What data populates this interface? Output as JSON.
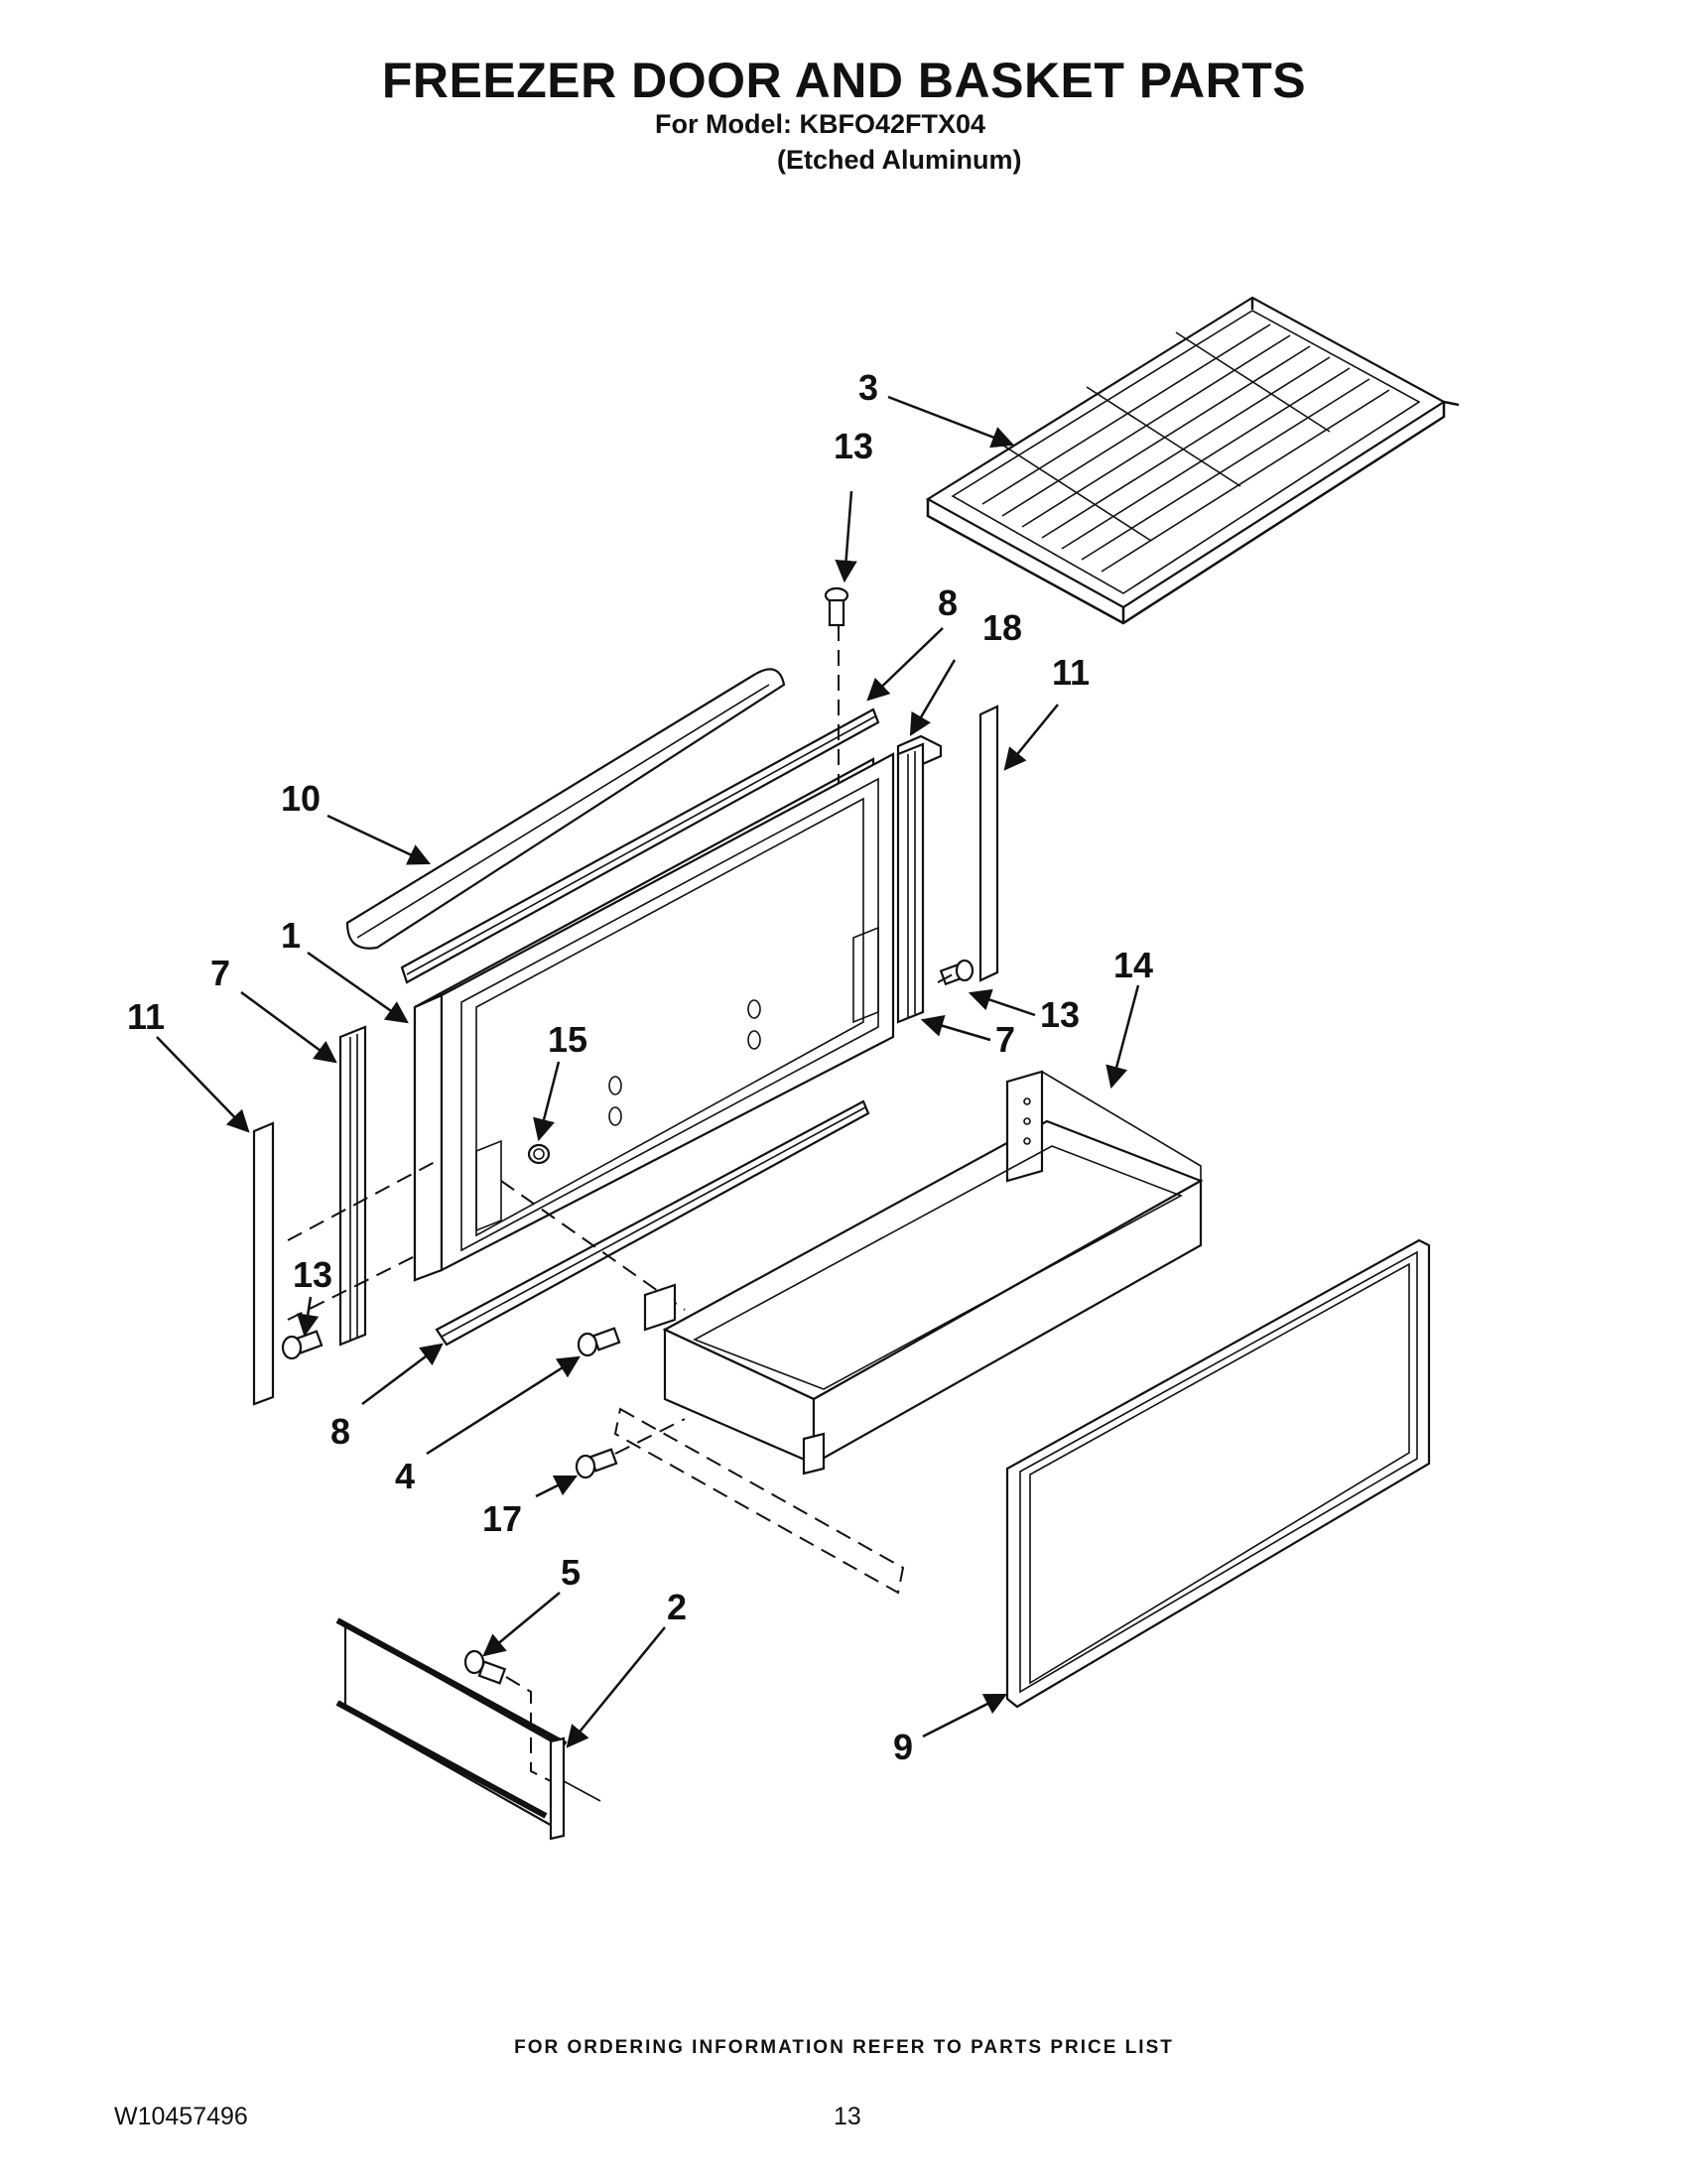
{
  "page": {
    "title": "FREEZER DOOR AND BASKET PARTS",
    "model_line": "For Model: KBFO42FTX04",
    "finish_line": "(Etched Aluminum)",
    "footer_note": "FOR ORDERING INFORMATION REFER TO PARTS PRICE LIST",
    "doc_number": "W10457496",
    "page_number": "13"
  },
  "callouts": {
    "c1": "1",
    "c2": "2",
    "c3": "3",
    "c4": "4",
    "c5": "5",
    "c7a": "7",
    "c7b": "7",
    "c8a": "8",
    "c8b": "8",
    "c9": "9",
    "c10": "10",
    "c11a": "11",
    "c11b": "11",
    "c13a": "13",
    "c13b": "13",
    "c13c": "13",
    "c14": "14",
    "c15": "15",
    "c17": "17",
    "c18": "18"
  },
  "colors": {
    "ink": "#111111",
    "paper": "#ffffff"
  }
}
